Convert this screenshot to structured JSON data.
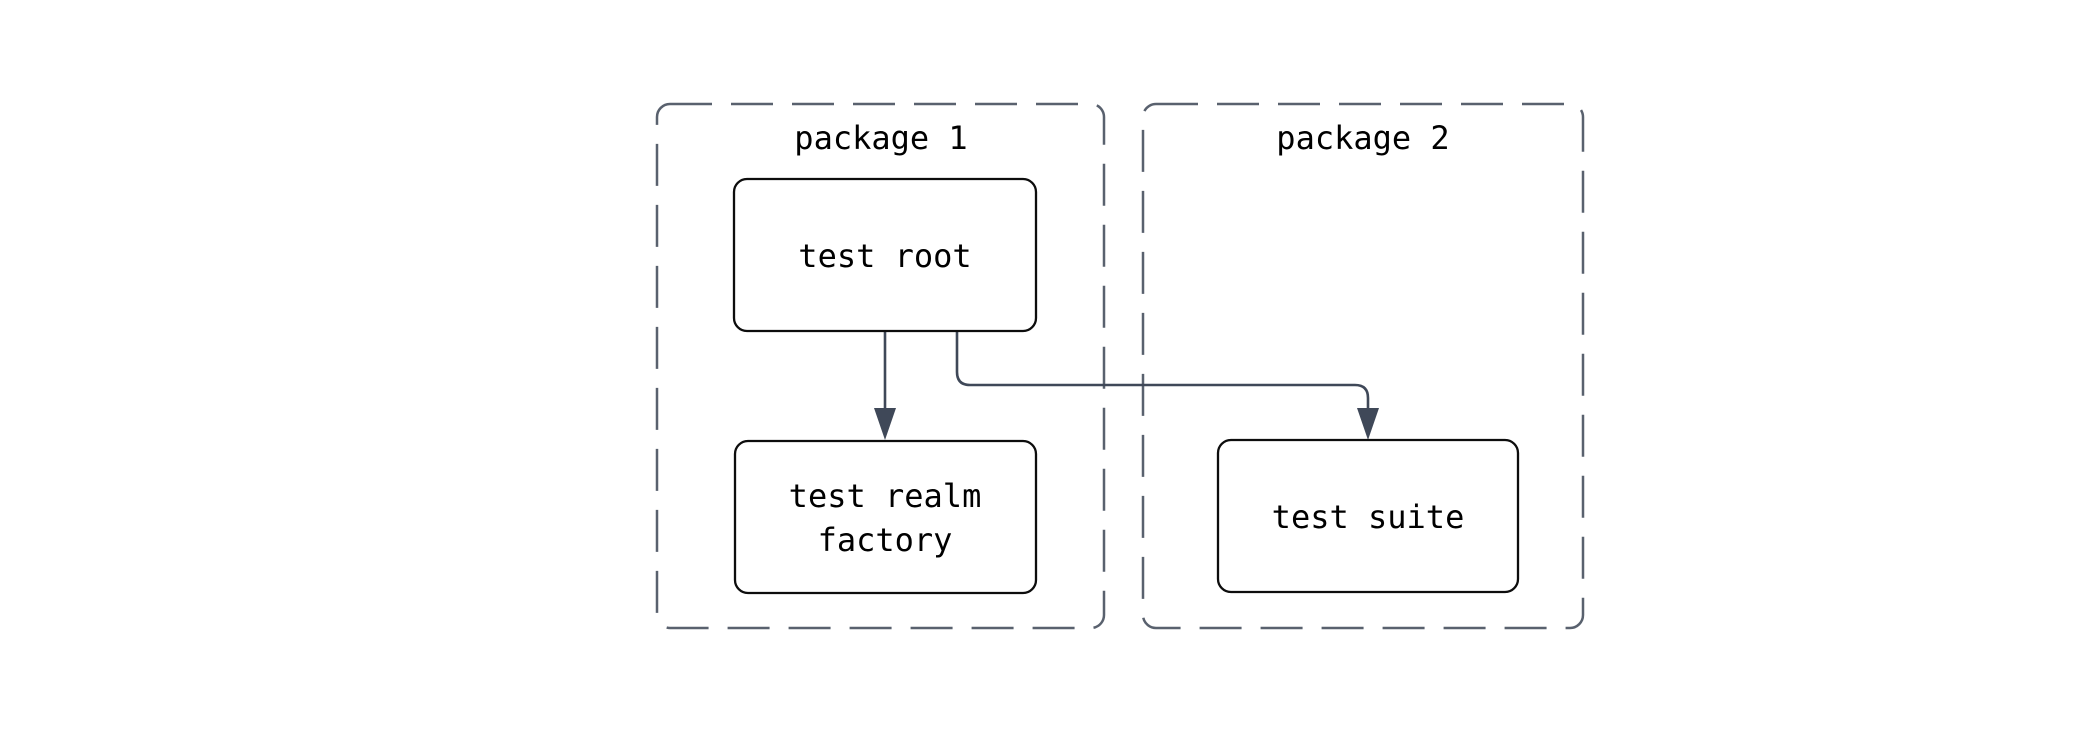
{
  "diagram": {
    "type": "flowchart",
    "background": "#ffffff",
    "colors": {
      "cluster_border": "#59616e",
      "node_border": "#0d0d0d",
      "node_fill": "#ffffff",
      "edge": "#3f4858",
      "arrowhead": "#3f4858",
      "label_text": "#000000"
    },
    "clusters": [
      {
        "id": "package-1",
        "label": "package 1"
      },
      {
        "id": "package-2",
        "label": "package 2"
      }
    ],
    "nodes": [
      {
        "id": "test-root",
        "cluster": "package-1",
        "lines": [
          "test root"
        ]
      },
      {
        "id": "test-realm-factory",
        "cluster": "package-1",
        "lines": [
          "test realm",
          "factory"
        ]
      },
      {
        "id": "test-suite",
        "cluster": "package-2",
        "lines": [
          "test suite"
        ]
      }
    ],
    "edges": [
      {
        "from": "test-root",
        "to": "test-realm-factory",
        "style": "arrow"
      },
      {
        "from": "test-root",
        "to": "test-suite",
        "style": "arrow"
      }
    ]
  }
}
